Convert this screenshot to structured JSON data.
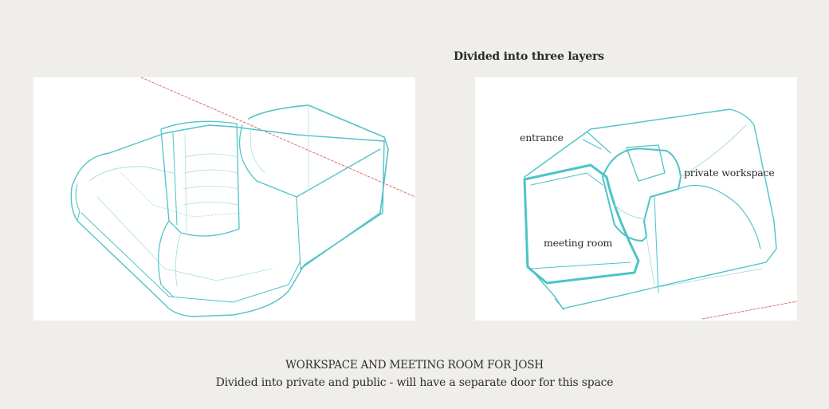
{
  "heading": "Divided into three layers",
  "left_panel": {},
  "right_panel": {
    "labels": {
      "entrance": "entrance",
      "private_workspace": "private workspace",
      "meeting_room": "meeting room"
    }
  },
  "caption": {
    "title": "WORKSPACE AND MEETING ROOM  FOR JOSH",
    "subtitle": "Divided into private and public - will have a separate door for this space"
  },
  "colors": {
    "background": "#efeeea",
    "panel": "#ffffff",
    "model_line": "#4fc3c8",
    "model_line_light": "#a9dfe1",
    "axis_red": "#d9534f"
  }
}
